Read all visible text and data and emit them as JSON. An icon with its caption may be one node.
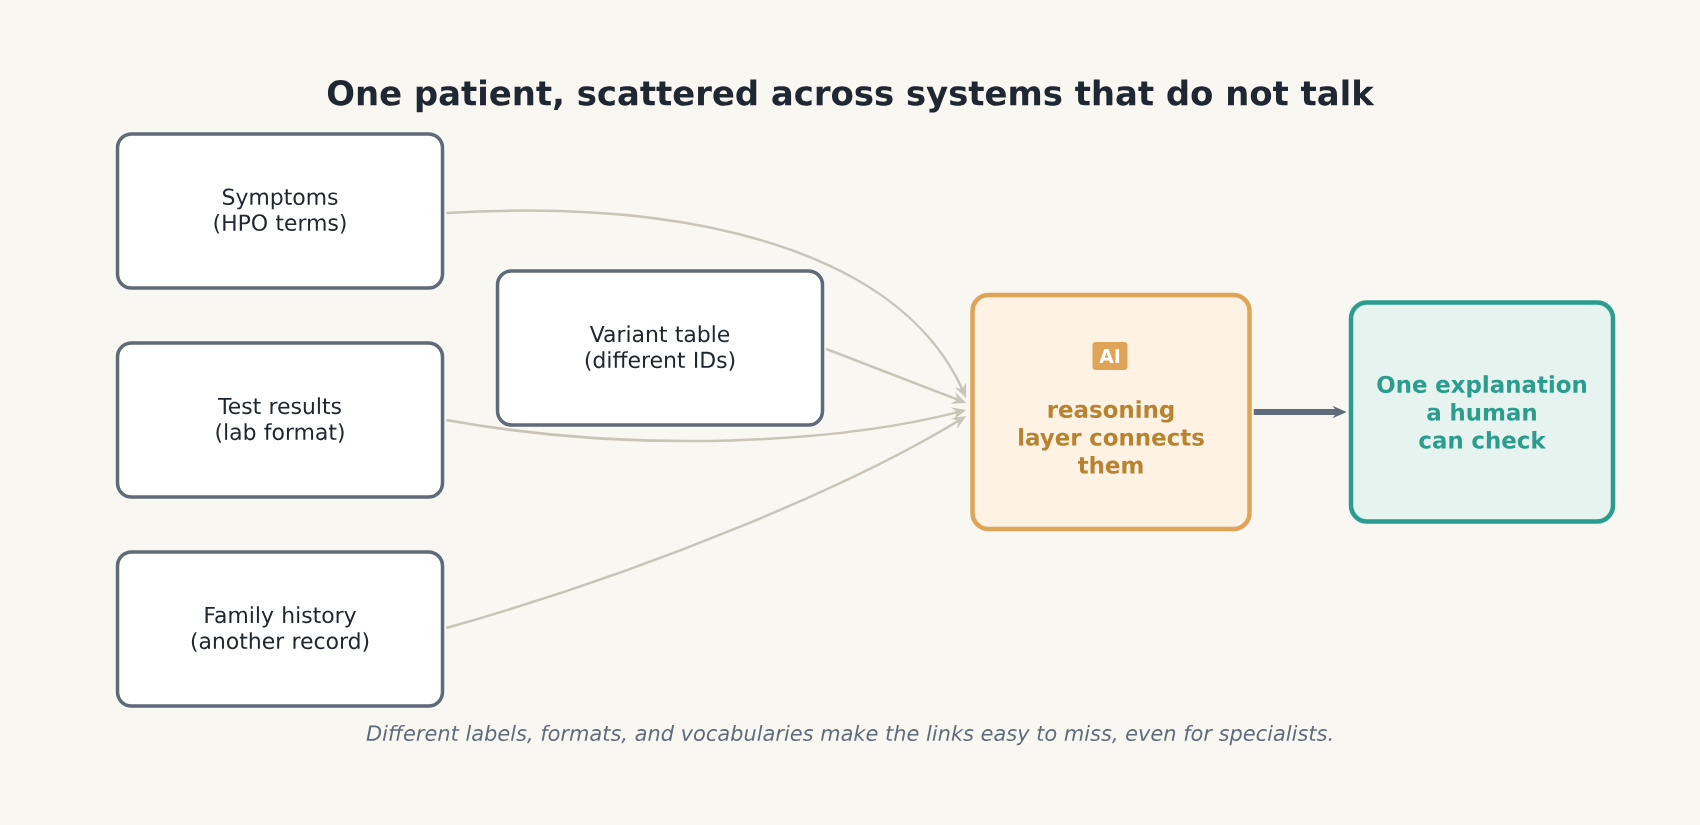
{
  "diagram": {
    "title": "One patient, scattered across systems that do not talk",
    "caption": "Different labels, formats, and vocabularies make the links easy to miss, even for specialists.",
    "nodes": [
      {
        "text": [
          "Symptoms (HPO terms)"
        ]
      },
      {
        "text": [
          "Variant table (different IDs)"
        ]
      },
      {
        "text": [
          "Test results (lab format)"
        ]
      },
      {
        "text": [
          "Family history (another record)"
        ]
      },
      {
        "text": [
          "reasoning layer connects them"
        ]
      },
      {
        "text": [
          "AI"
        ],
        "in": 4
      },
      {
        "text": [
          "One explanation a human can check"
        ]
      }
    ],
    "edges": [
      {
        "from": 0,
        "to": 4,
        "arrow": "to"
      },
      {
        "from": 1,
        "to": 4,
        "arrow": "to"
      },
      {
        "from": 2,
        "to": 4,
        "arrow": "to"
      },
      {
        "from": 3,
        "to": 4,
        "arrow": "to"
      },
      {
        "from": 4,
        "to": 6,
        "arrow": "to",
        "style": "thick",
        "color": "#5f6b7a"
      }
    ]
  }
}
